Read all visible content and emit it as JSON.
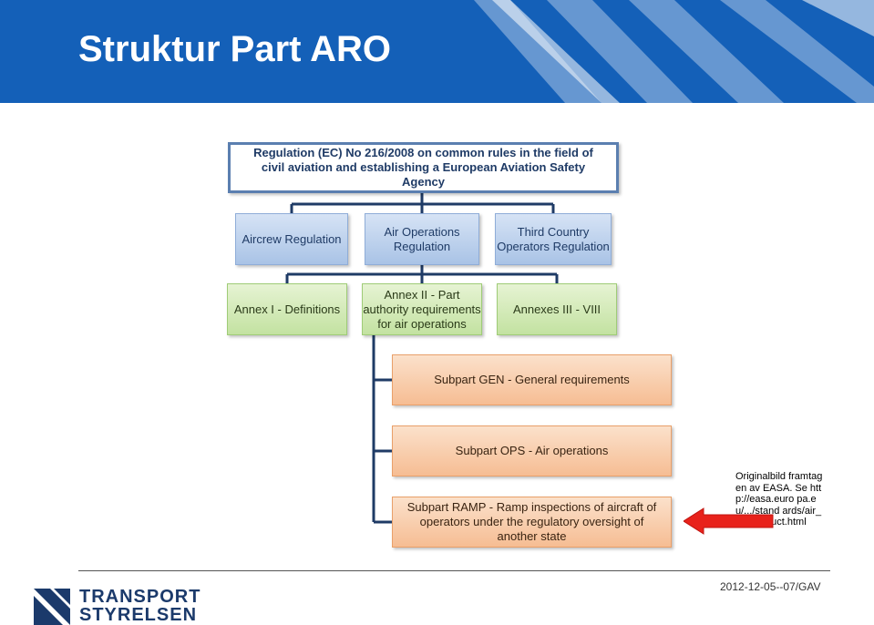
{
  "slide": {
    "title": "Struktur Part ARO",
    "footer_date": "2012-12-05--07/GAV"
  },
  "logo": {
    "line1": "TRANSPORT",
    "line2": "STYRELSEN"
  },
  "note": {
    "text": "Originalbild framtagen av EASA. Se http://easa.euro pa.eu/.../stand ards/air_ops_str uct.html"
  },
  "diagram": {
    "top": "Regulation (EC) No 216/2008 on common rules in the field of civil aviation and establishing a European Aviation Safety Agency",
    "regulations": [
      "Aircrew Regulation",
      "Air Operations Regulation",
      "Third Country Operators Regulation"
    ],
    "annexes": [
      "Annex I - Definitions",
      "Annex II - Part authority requirements for air operations",
      "Annexes III - VIII"
    ],
    "subparts": [
      "Subpart GEN - General requirements",
      "Subpart OPS - Air operations",
      "Subpart RAMP - Ramp inspections of aircraft of operators under the regulatory oversight of another state"
    ]
  },
  "colors": {
    "header": "#1460b8",
    "blue_box": "#a9c3e6",
    "green_box": "#c3e2a1",
    "orange_box": "#f6bd93",
    "arrow": "#e8221b"
  }
}
